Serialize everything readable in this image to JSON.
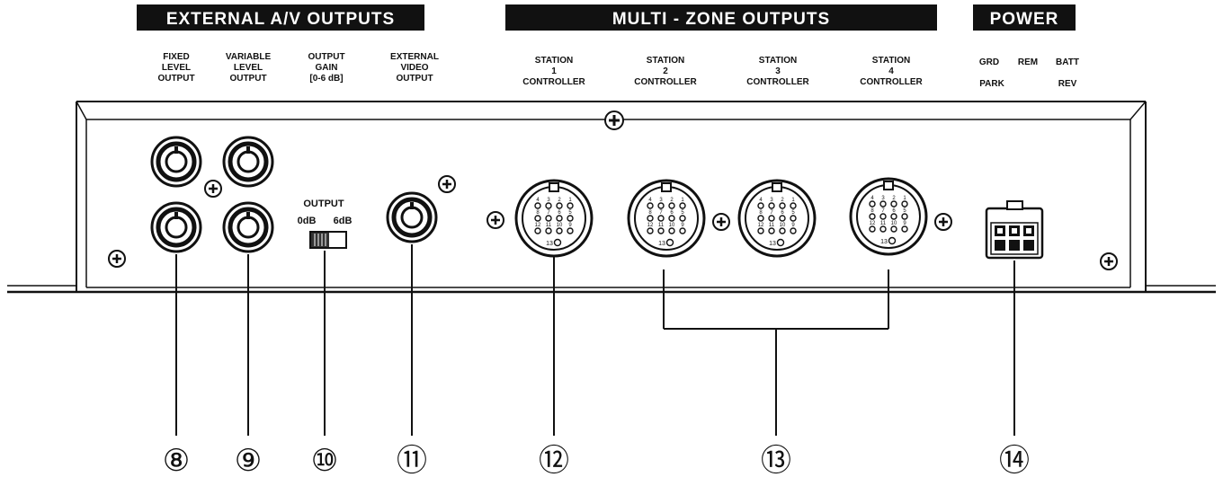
{
  "headers": {
    "external_av": "EXTERNAL A/V OUTPUTS",
    "multi_zone": "MULTI - ZONE OUTPUTS",
    "power": "POWER"
  },
  "labels": {
    "fixed_level_output": [
      "FIXED",
      "LEVEL",
      "OUTPUT"
    ],
    "variable_level_output": [
      "VARIABLE",
      "LEVEL",
      "OUTPUT"
    ],
    "output_gain": [
      "OUTPUT",
      "GAIN",
      "[0-6 dB]"
    ],
    "external_video_output": [
      "EXTERNAL",
      "VIDEO",
      "OUTPUT"
    ],
    "station_1": [
      "STATION",
      "1",
      "CONTROLLER"
    ],
    "station_2": [
      "STATION",
      "2",
      "CONTROLLER"
    ],
    "station_3": [
      "STATION",
      "3",
      "CONTROLLER"
    ],
    "station_4": [
      "STATION",
      "4",
      "CONTROLLER"
    ],
    "power_top": [
      "GRD",
      "REM",
      "BATT"
    ],
    "power_bottom": [
      "PARK",
      "REV"
    ]
  },
  "switch": {
    "title": "OUTPUT",
    "left": "0dB",
    "right": "6dB"
  },
  "din_pins": {
    "row1": [
      "4",
      "3",
      "2",
      "1"
    ],
    "row2": [
      "8",
      "7",
      "6",
      "5"
    ],
    "row3": [
      "12",
      "11",
      "10",
      "9"
    ],
    "pin13": "13"
  },
  "callouts": [
    "⑧",
    "⑨",
    "⑩",
    "⑪",
    "⑫",
    "⑬",
    "⑭"
  ],
  "colors": {
    "ink": "#111111",
    "paper": "#ffffff"
  }
}
